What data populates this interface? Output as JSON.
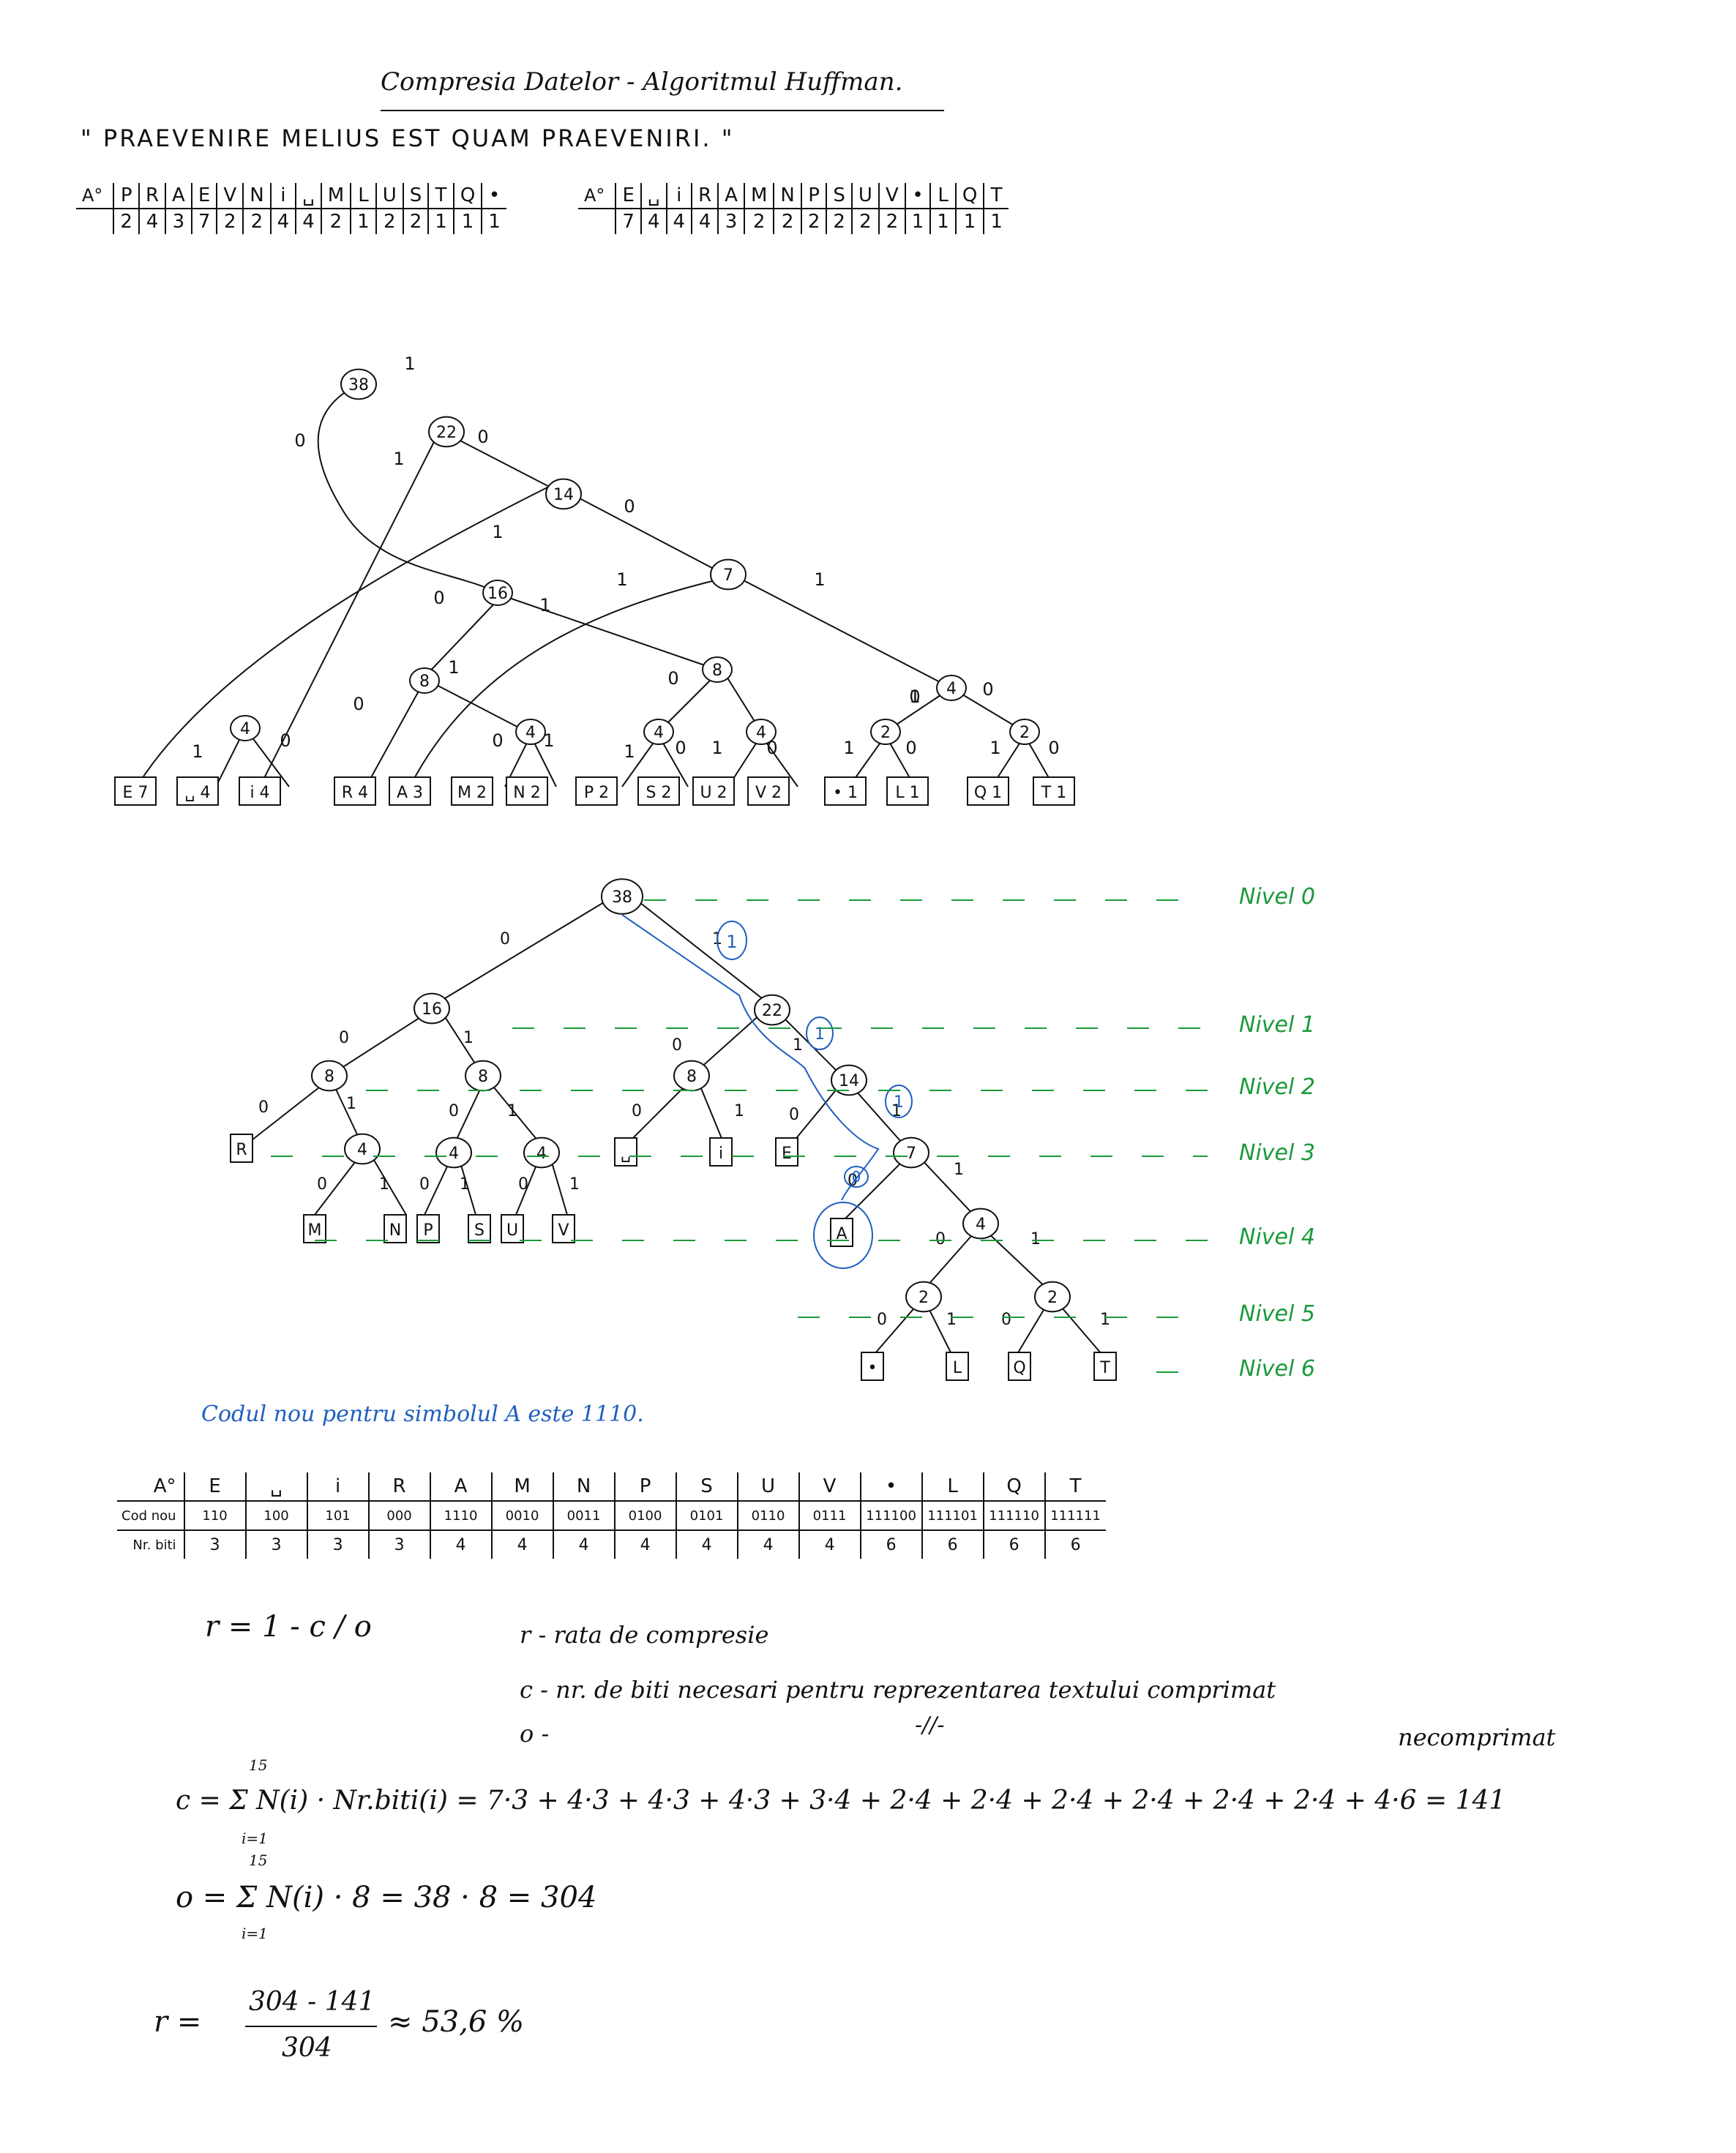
{
  "title": "Compresia Datelor - Algoritmul Huffman.",
  "quote": "\" PRAEVENIRE MELIUS EST QUAM PRAEVENIRI. \"",
  "table1": {
    "header": "A°",
    "symbols": [
      "P",
      "R",
      "A",
      "E",
      "V",
      "N",
      "i",
      "␣",
      "M",
      "L",
      "U",
      "S",
      "T",
      "Q",
      "•"
    ],
    "counts": [
      "2",
      "4",
      "3",
      "7",
      "2",
      "2",
      "4",
      "4",
      "2",
      "1",
      "2",
      "2",
      "1",
      "1",
      "1"
    ]
  },
  "table2": {
    "header": "A°",
    "symbols": [
      "E",
      "␣",
      "i",
      "R",
      "A",
      "M",
      "N",
      "P",
      "S",
      "U",
      "V",
      "•",
      "L",
      "Q",
      "T"
    ],
    "counts": [
      "7",
      "4",
      "4",
      "4",
      "3",
      "2",
      "2",
      "2",
      "2",
      "2",
      "2",
      "1",
      "1",
      "1",
      "1"
    ]
  },
  "tree1": {
    "nodes": [
      "38",
      "22",
      "14",
      "7",
      "16",
      "8",
      "8",
      "4",
      "4",
      "4",
      "4",
      "4",
      "2",
      "2"
    ],
    "edge_labels": [
      "1",
      "0",
      "1",
      "0",
      "1",
      "0",
      "1",
      "0",
      "1",
      "0",
      "1",
      "0",
      "1",
      "0",
      "1",
      "0",
      "1",
      "0",
      "1",
      "0",
      "1",
      "0",
      "1",
      "0",
      "1",
      "0",
      "1",
      "0"
    ],
    "leaves": [
      "E 7",
      "␣ 4",
      "i 4",
      "R 4",
      "A 3",
      "M 2",
      "N 2",
      "P 2",
      "S 2",
      "U 2",
      "V 2",
      "• 1",
      "L 1",
      "Q 1",
      "T 1"
    ]
  },
  "tree2": {
    "nodes": [
      "38",
      "16",
      "22",
      "8",
      "8",
      "8",
      "14",
      "4",
      "4",
      "4",
      "7",
      "4",
      "2",
      "2"
    ],
    "leaves": [
      "R",
      "M",
      "N",
      "P",
      "S",
      "U",
      "V",
      "␣",
      "i",
      "E",
      "A",
      "•",
      "L",
      "Q",
      "T"
    ],
    "edge_labels": [
      "0",
      "1",
      "0",
      "1",
      "0",
      "1",
      "0",
      "1",
      "0",
      "1",
      "0",
      "1",
      "0",
      "1",
      "0",
      "1",
      "0",
      "1",
      "0",
      "1",
      "0",
      "1",
      "0",
      "1",
      "0",
      "1",
      "0",
      "1"
    ],
    "levels": [
      "Nivel 0",
      "Nivel 1",
      "Nivel 2",
      "Nivel 3",
      "Nivel 4",
      "Nivel 5",
      "Nivel 6"
    ],
    "path_bits": [
      "1",
      "1",
      "1",
      "0"
    ],
    "accent_color": "#1f5fbf",
    "level_color": "#1a9a3a"
  },
  "code_note": "Codul nou pentru simbolul A este 1110.",
  "codes": {
    "header_sym": "A°",
    "header_code": "Cod nou",
    "header_bits": "Nr. biti",
    "symbols": [
      "E",
      "␣",
      "i",
      "R",
      "A",
      "M",
      "N",
      "P",
      "S",
      "U",
      "V",
      "•",
      "L",
      "Q",
      "T"
    ],
    "codes": [
      "110",
      "100",
      "101",
      "000",
      "1110",
      "0010",
      "0011",
      "0100",
      "0101",
      "0110",
      "0111",
      "111100",
      "111101",
      "111110",
      "111111"
    ],
    "bits": [
      "3",
      "3",
      "3",
      "3",
      "4",
      "4",
      "4",
      "4",
      "4",
      "4",
      "4",
      "6",
      "6",
      "6",
      "6"
    ]
  },
  "formulas": {
    "r_def": "r = 1 - c / o",
    "r_label": "r - rata de compresie",
    "c_label": "c - nr. de biti necesari pentru reprezentarea textului comprimat",
    "o_label": "o -",
    "o_label2": "necomprimat",
    "ditto": "-//-",
    "c_sum": "c = Σ N(i) · Nr.biti(i) = 7·3 + 4·3 + 4·3 + 4·3 + 3·4 + 2·4 + 2·4 + 2·4 + 2·4 + 2·4 + 2·4 + 4·6 = 141",
    "sum_upper": "15",
    "sum_lower": "i=1",
    "o_sum": "o = Σ N(i) · 8 = 38 · 8 = 304",
    "r_result_num": "304 - 141",
    "r_result_den": "304",
    "r_prefix": "r =",
    "r_result_val": "≈ 53,6 %"
  }
}
